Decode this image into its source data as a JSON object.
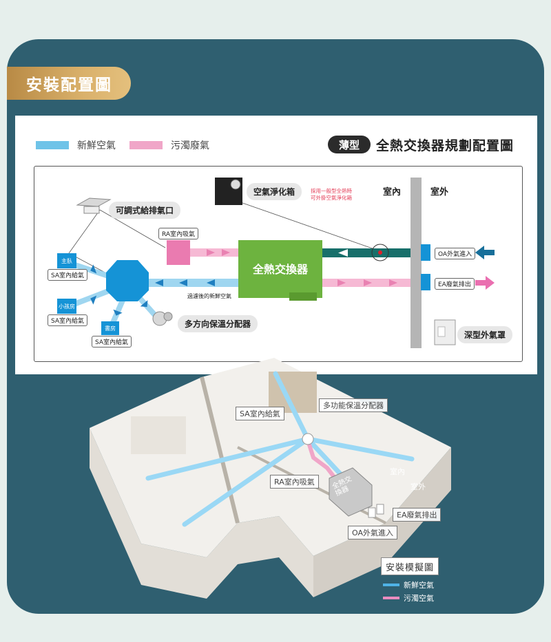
{
  "colors": {
    "fresh": "#6fc3e8",
    "dirty": "#f0a6c8",
    "panel": "#2f5f70",
    "gold": "#c99b55",
    "green": "#6db33f",
    "teal": "#176f6a",
    "blue": "#1593d6"
  },
  "page": {
    "title": "安裝配置圖"
  },
  "card": {
    "legend": [
      {
        "label": "新鮮空氣",
        "color": "#6fc3e8"
      },
      {
        "label": "污濁廢氣",
        "color": "#f0a6c8"
      }
    ],
    "badge": "薄型",
    "heading": "全熱交換器規劃配置圖"
  },
  "diagram": {
    "purifier_label": "空氣淨化箱",
    "note_line1": "採用一般型全熱時",
    "note_line2": "可外掛空氣淨化箱",
    "indoor": "室內",
    "outdoor": "室外",
    "ceiling_vent_label": "可調式給排氣口",
    "ra_label": "RA室內吸氣",
    "erv_label": "全熱交換器",
    "oa_label": "OA外氣進入",
    "ea_label": "EA廢氣排出",
    "filtered_label": "過濾後的新鮮空氣",
    "distributor_label": "多方向保溫分配器",
    "hood_label": "深型外氣罩",
    "rooms": [
      {
        "name": "主臥",
        "sa": "SA室內給氣"
      },
      {
        "name": "小孩房",
        "sa": "SA室內給氣"
      },
      {
        "name": "書房",
        "sa": "SA室內給氣"
      }
    ]
  },
  "house": {
    "sa_tag": "SA室內給氣",
    "distributor_tag": "多功能保溫分配器",
    "ra_tag": "RA室內吸氣",
    "unit_tag": "全熱交換器",
    "indoor": "室內",
    "outdoor": "室外",
    "ea_tag": "EA廢氣排出",
    "oa_tag": "OA外氣進入",
    "sim_title": "安裝模擬圖",
    "sim_legend": [
      {
        "label": "新鮮空氣",
        "color": "#4fb3e6"
      },
      {
        "label": "污濁空氣",
        "color": "#e98cc0"
      }
    ]
  }
}
